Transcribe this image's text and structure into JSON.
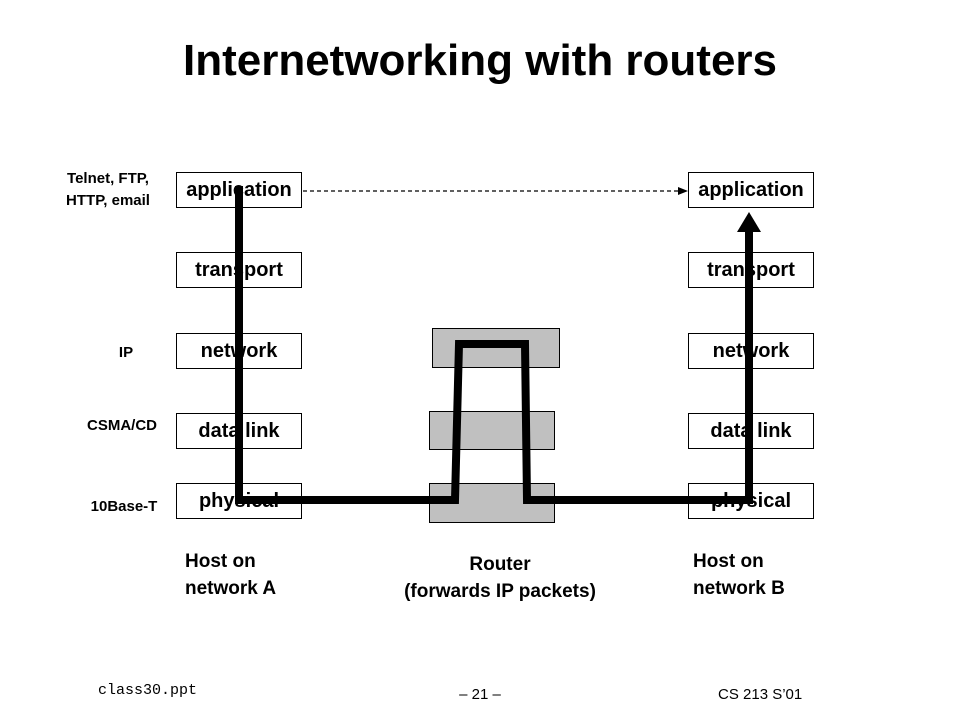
{
  "title": "Internetworking with routers",
  "host_a": {
    "layers": [
      "application",
      "transport",
      "network",
      "data link",
      "physical"
    ],
    "caption_line1": "Host on",
    "caption_line2": "network A"
  },
  "host_b": {
    "layers": [
      "application",
      "transport",
      "network",
      "data link",
      "physical"
    ],
    "caption_line1": "Host on",
    "caption_line2": "network B"
  },
  "router": {
    "caption_line1": "Router",
    "caption_line2": "(forwards IP packets)"
  },
  "side_labels": {
    "application_line1": "Telnet, FTP,",
    "application_line2": "HTTP, email",
    "network": "IP",
    "datalink": "CSMA/CD",
    "physical": "10Base-T"
  },
  "footer": {
    "file": "class30.ppt",
    "page": "– 21 –",
    "course": "CS 213 S’01"
  },
  "colors": {
    "router_fill": "#c0c0c0",
    "path": "#000000"
  }
}
